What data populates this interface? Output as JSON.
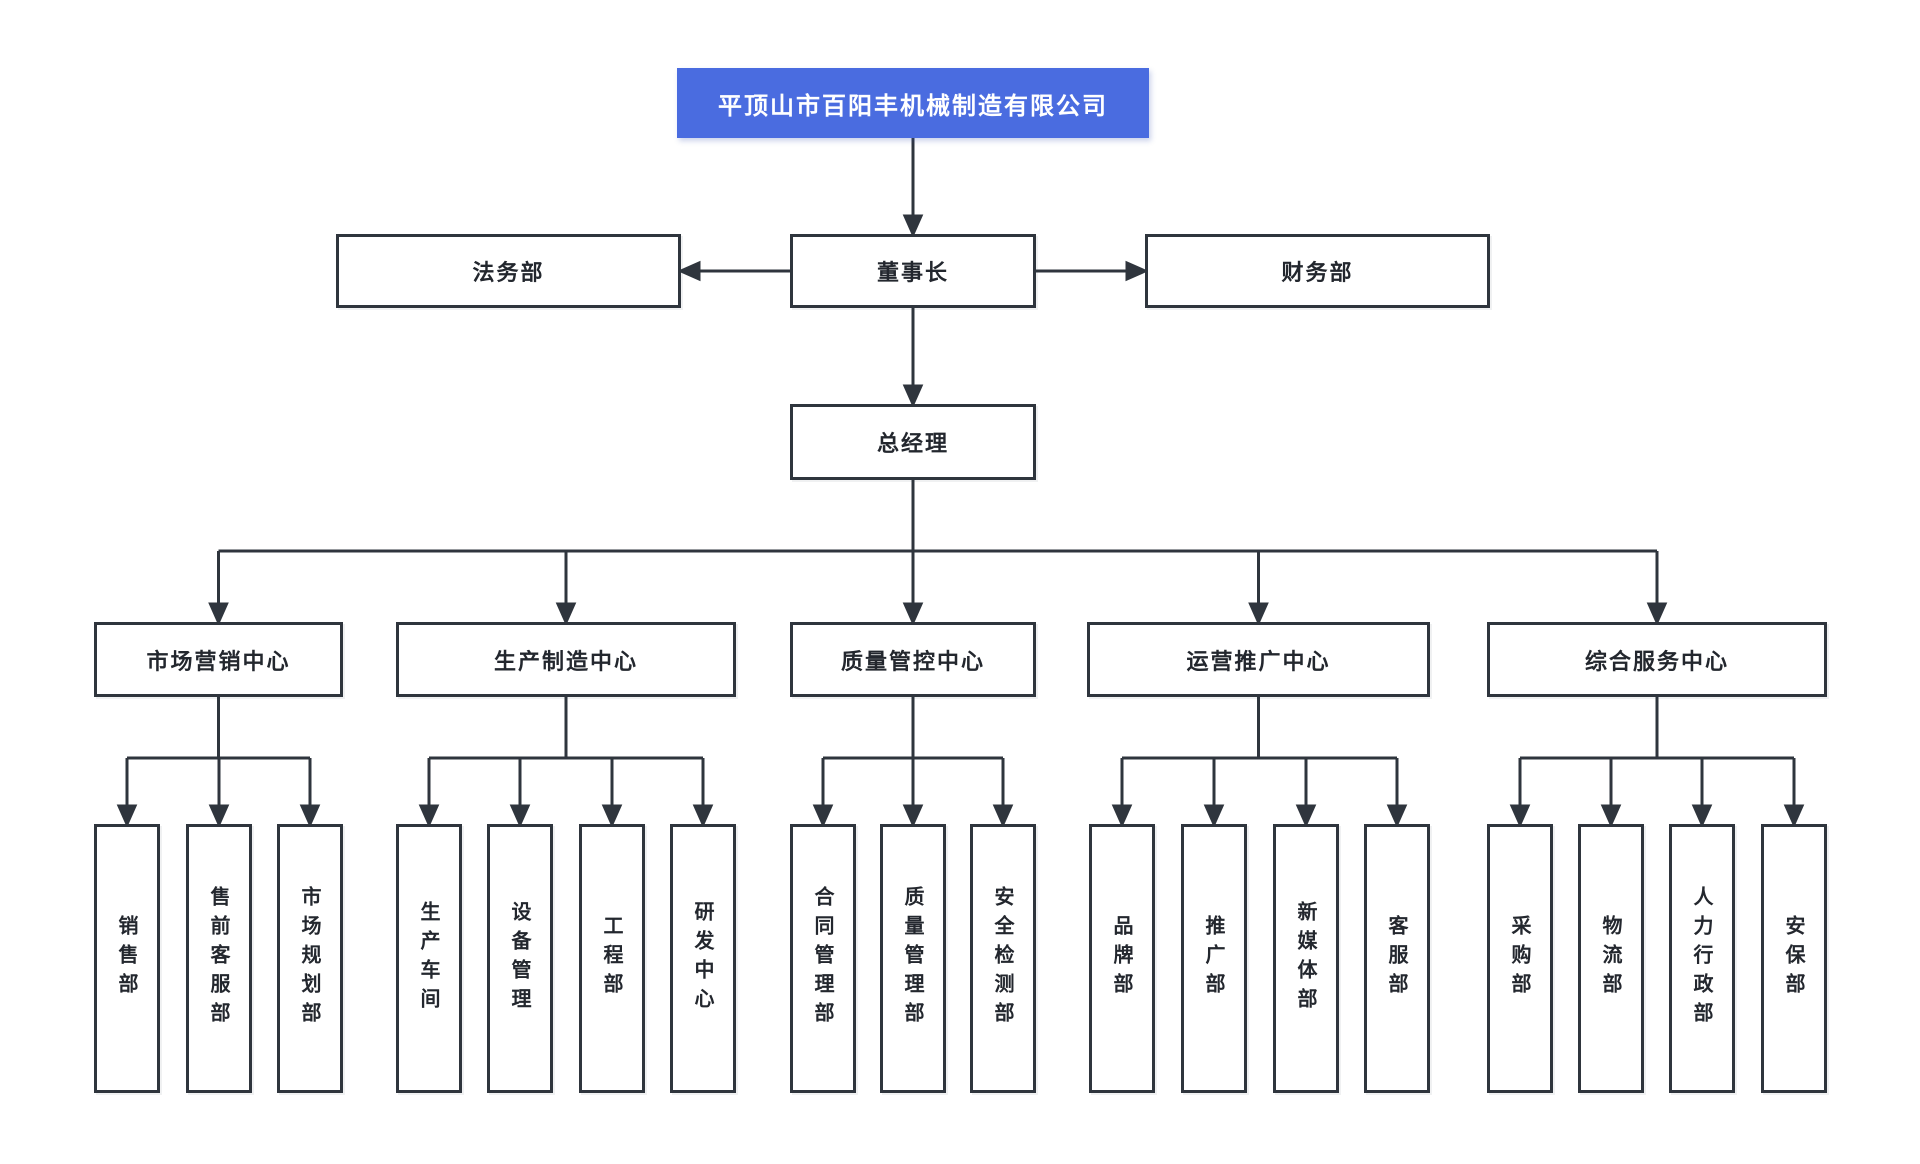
{
  "org_chart": {
    "company": "平顶山市百阳丰机械制造有限公司",
    "chairman_label": "董事长",
    "legal_label": "法务部",
    "finance_label": "财务部",
    "general_manager_label": "总经理",
    "centers": [
      {
        "label": "市场营销中心",
        "departments": [
          "销售部",
          "售前客服部",
          "市场规划部"
        ]
      },
      {
        "label": "生产制造中心",
        "departments": [
          "生产车间",
          "设备管理",
          "工程部",
          "研发中心"
        ]
      },
      {
        "label": "质量管控中心",
        "departments": [
          "合同管理部",
          "质量管理部",
          "安全检测部"
        ]
      },
      {
        "label": "运营推广中心",
        "departments": [
          "品牌部",
          "推广部",
          "新媒体部",
          "客服部"
        ]
      },
      {
        "label": "综合服务中心",
        "departments": [
          "采购部",
          "物流部",
          "人力行政部",
          "安保部"
        ]
      }
    ]
  },
  "colors": {
    "accent_blue": "#4a6ce0",
    "line": "#2f353d",
    "node_background": "#ffffff",
    "node_text": "#23272e",
    "root_text": "#ffffff",
    "page_background": "#ffffff"
  }
}
